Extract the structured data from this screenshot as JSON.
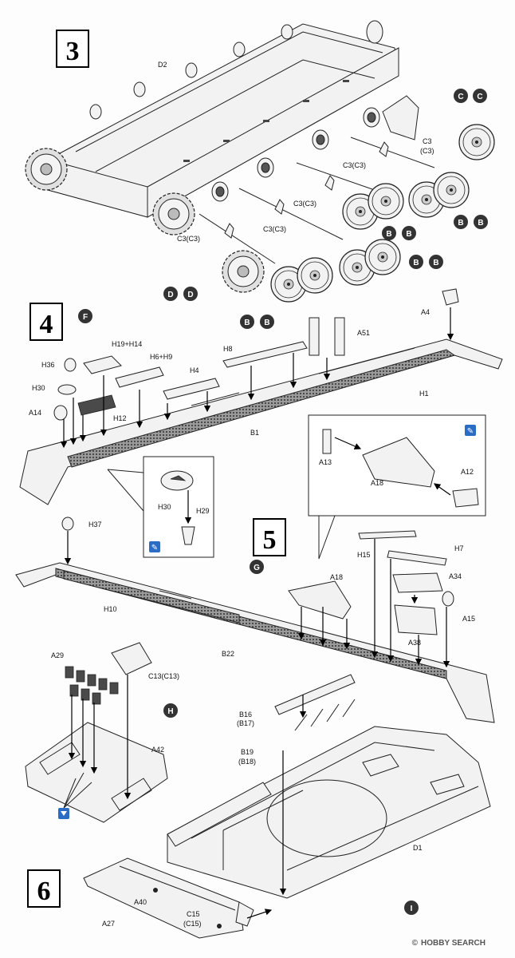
{
  "steps": [
    {
      "number": "3",
      "circle_letter": ""
    },
    {
      "number": "4",
      "circle_letter": "F"
    },
    {
      "number": "5",
      "circle_letter": "G"
    },
    {
      "number": "6",
      "circle_letter": "I"
    }
  ],
  "section_h_letter": "H",
  "wheel_callouts": {
    "c": "C",
    "b": "B",
    "d": "D"
  },
  "labels": {
    "D2": "D2",
    "C3a": "C3",
    "C3b": "(C3)",
    "C3C3": "C3(C3)",
    "A4": "A4",
    "A51": "A51",
    "H19H14": "H19+H14",
    "H8": "H8",
    "H36": "H36",
    "H6H9": "H6+H9",
    "H4": "H4",
    "H30": "H30",
    "A14": "A14",
    "H12": "H12",
    "B1": "B1",
    "H1": "H1",
    "H29": "H29",
    "A13": "A13",
    "A18": "A18",
    "A12": "A12",
    "H37": "H37",
    "H15": "H15",
    "H7": "H7",
    "A34": "A34",
    "H10": "H10",
    "A15": "A15",
    "A38": "A38",
    "B22": "B22",
    "A29": "A29",
    "C13C13": "C13(C13)",
    "B16": "B16",
    "B17": "(B17)",
    "A42": "A42",
    "B19": "B19",
    "B18": "(B18)",
    "D1": "D1",
    "A40": "A40",
    "A27": "A27",
    "C15": "C15",
    "C15b": "(C15)"
  },
  "watermark": "HOBBY SEARCH",
  "watermark_symbol": "©"
}
